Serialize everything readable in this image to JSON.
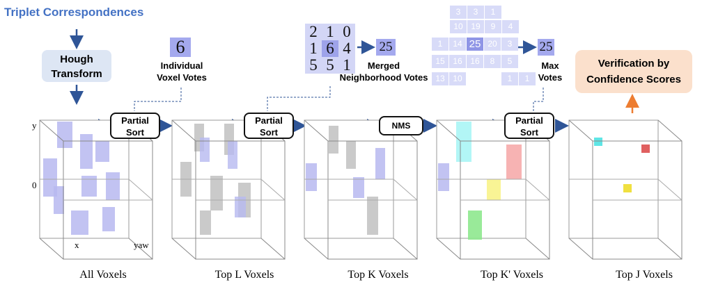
{
  "title": "Triplet Correspondences",
  "hough": {
    "line1": "Hough",
    "line2": "Transform"
  },
  "verification": {
    "line1": "Verification by",
    "line2": "Confidence Scores"
  },
  "sort_boxes": [
    {
      "line1": "Partial",
      "line2": "Sort"
    },
    {
      "line1": "Partial",
      "line2": "Sort"
    },
    {
      "line1": "Partial",
      "line2": "Sort"
    }
  ],
  "nms_label": "NMS",
  "individual": {
    "value": "6",
    "label_line1": "Individual",
    "label_line2": "Voxel Votes"
  },
  "merged": {
    "grid": [
      "2",
      "1",
      "0",
      "1",
      "6",
      "4",
      "5",
      "5",
      "1"
    ],
    "result": "25",
    "label_line1": "Merged",
    "label_line2": "Neighborhood Votes"
  },
  "max": {
    "rows": [
      [
        "3",
        "3",
        "1"
      ],
      [
        "10",
        "19",
        "9",
        "4"
      ],
      [
        "1",
        "14",
        "25",
        "20",
        "3"
      ],
      [
        "15",
        "16",
        "16",
        "8",
        "5"
      ],
      [
        "13",
        "10",
        "1",
        "1"
      ]
    ],
    "result": "25",
    "label_line1": "Max",
    "label_line2": "Votes"
  },
  "axes": {
    "y": "y",
    "zero": "0",
    "x": "x",
    "yaw": "yaw"
  },
  "stages": [
    "All Voxels",
    "Top L Voxels",
    "Top K Voxels",
    "Top K' Voxels",
    "Top J Voxels"
  ],
  "colors": {
    "title_blue": "#4472c4",
    "arrow_blue": "#2f5597",
    "arrow_orange": "#ed7d31",
    "vote_purple": "#a4a9ee",
    "verif_bg": "#fbe0cc",
    "hough_bg": "#dde6f4"
  }
}
